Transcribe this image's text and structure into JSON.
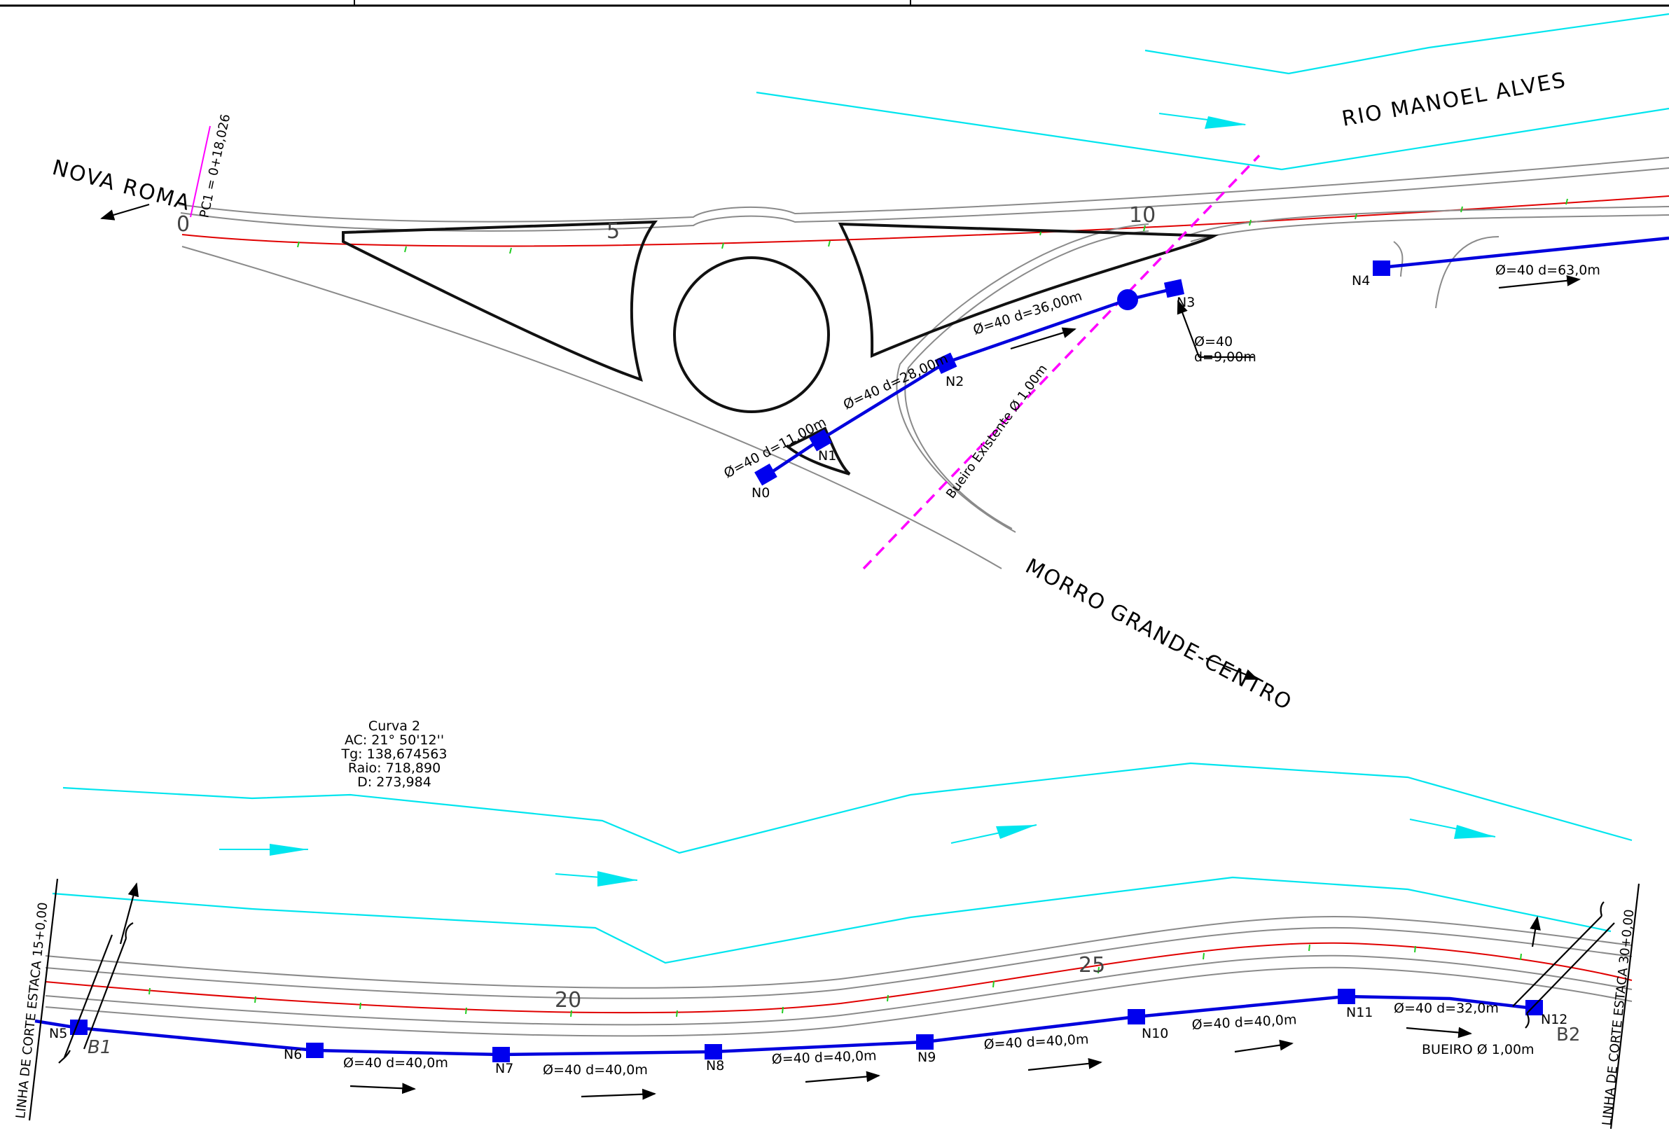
{
  "title_block": {
    "cells": [
      "",
      "",
      ""
    ]
  },
  "top": {
    "direction_left": "NOVA ROMA",
    "direction_right": "MORRO GRANDE-CENTRO",
    "river_name": "RIO MANOEL ALVES",
    "pc_label": "PC1 = 0+18,026",
    "station_0": "0",
    "station_5": "5",
    "station_10": "10",
    "culvert_label": "Bueiro Existente Ø 1,00m",
    "nodes": [
      "N0",
      "N1",
      "N2",
      "N3",
      "N4"
    ],
    "segments": [
      "Ø=40  d=11,00m",
      "Ø=40  d=28,00m",
      "Ø=40  d=36,00m",
      "Ø=40  d=63,0m"
    ],
    "n3_callout": {
      "line1": "Ø=40",
      "line2": "d=9,00m"
    }
  },
  "curve": {
    "title": "Curva 2",
    "ac": "AC: 21° 50'12''",
    "tg": "Tg: 138,674563",
    "raio": "Raio: 718,890",
    "d": "D: 273,984"
  },
  "bottom": {
    "station_20": "20",
    "station_25": "25",
    "cut_left": "LINHA DE CORTE ESTACA 15+0,00",
    "cut_right": "LINHA DE CORTE ESTACA 30+0,00",
    "b1": "B1",
    "b2": "B2",
    "bueiro": "BUEIRO Ø 1,00m",
    "nodes": [
      "N5",
      "N6",
      "N7",
      "N8",
      "N9",
      "N10",
      "N11",
      "N12"
    ],
    "segments": [
      "Ø=40  d=40,0m",
      "Ø=40  d=40,0m",
      "Ø=40  d=40,0m",
      "Ø=40  d=40,0m",
      "Ø=40  d=40,0m",
      "Ø=40  d=32,0m"
    ]
  },
  "colors": {
    "pipe": "#0000dd",
    "river": "#00e5ee",
    "axis": "#e00000",
    "culvert": "#ff00ff",
    "station_tick": "#22cc22"
  }
}
